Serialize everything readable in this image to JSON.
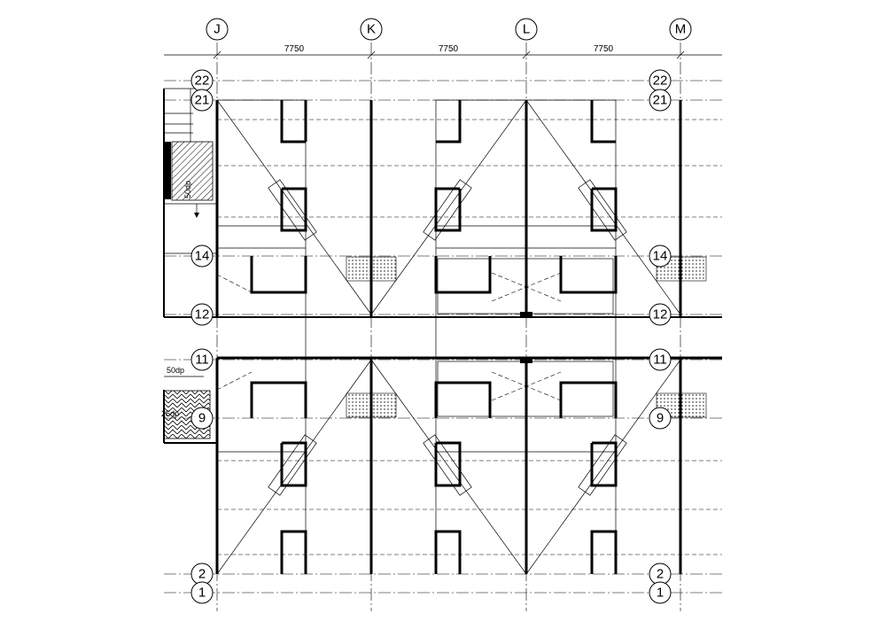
{
  "grid": {
    "columns": [
      "J",
      "K",
      "L",
      "M"
    ],
    "rows_upper": [
      "22",
      "21",
      "14",
      "12"
    ],
    "rows_lower": [
      "11",
      "9",
      "2",
      "1"
    ]
  },
  "dimensions": {
    "spans": [
      "7750",
      "7750",
      "7750"
    ]
  },
  "notes": {
    "drop_50": "50dp",
    "drop_25": "25dp"
  }
}
